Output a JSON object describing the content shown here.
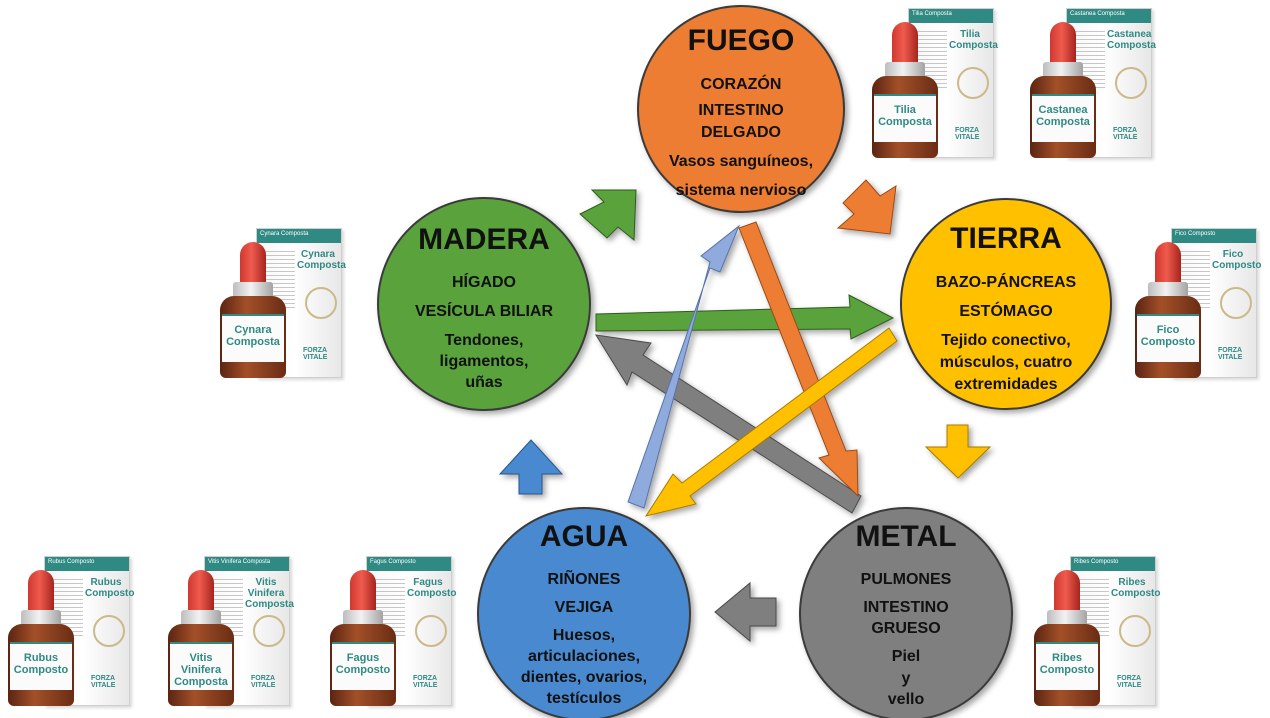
{
  "elements": {
    "fuego": {
      "title": "FUEGO",
      "color": "#ED7D31",
      "lines": [
        "CORAZÓN",
        "INTESTINO",
        "DELGADO",
        "Vasos sanguíneos,",
        "sistema nervioso"
      ]
    },
    "tierra": {
      "title": "TIERRA",
      "color": "#FFC000",
      "lines": [
        "BAZO-PÁNCREAS",
        "ESTÓMAGO",
        "Tejido conectivo,",
        "músculos, cuatro",
        "extremidades"
      ]
    },
    "metal": {
      "title": "METAL",
      "color": "#7F7F7F",
      "lines": [
        "PULMONES",
        "INTESTINO",
        "GRUESO",
        "Piel",
        "y",
        "vello"
      ]
    },
    "agua": {
      "title": "AGUA",
      "color": "#4A89CF",
      "lines": [
        "RIÑONES",
        "VEJIGA",
        "Huesos,",
        "articulaciones,",
        "dientes, ovarios,",
        "testículos"
      ]
    },
    "madera": {
      "title": "MADERA",
      "color": "#5AA23B",
      "lines": [
        "HÍGADO",
        "VESÍCULA BILIAR",
        "Tendones,",
        "ligamentos,",
        "uñas"
      ]
    }
  },
  "arrow_colors": {
    "green": "#5AA23B",
    "orange": "#ED7D31",
    "yellow": "#FFC000",
    "gray": "#7F7F7F",
    "blue": "#8FAADC",
    "blue_dark": "#4A89CF"
  },
  "products": {
    "tilia": {
      "name": "Tilia Composta",
      "box_band": "Tilia Composta",
      "brand": "FORZA VITALE"
    },
    "castanea": {
      "name": "Castanea Composta",
      "box_band": "Castanea Composta",
      "brand": "FORZA VITALE"
    },
    "cynara": {
      "name": "Cynara Composta",
      "box_band": "Cynara Composta",
      "brand": "FORZA VITALE"
    },
    "fico": {
      "name": "Fico Composto",
      "box_band": "Fico Composto",
      "brand": "FORZA VITALE"
    },
    "rubus": {
      "name": "Rubus Composto",
      "box_band": "Rubus Composto",
      "brand": "FORZA VITALE"
    },
    "vitis": {
      "name": "Vitis Vinifera Composta",
      "box_band": "Vitis Vinifera Composta",
      "brand": "FORZA VITALE"
    },
    "fagus": {
      "name": "Fagus Composto",
      "box_band": "Fagus Composto",
      "brand": "FORZA VITALE"
    },
    "ribes": {
      "name": "Ribes Composto",
      "box_band": "Ribes Composto",
      "brand": "FORZA VITALE"
    }
  }
}
